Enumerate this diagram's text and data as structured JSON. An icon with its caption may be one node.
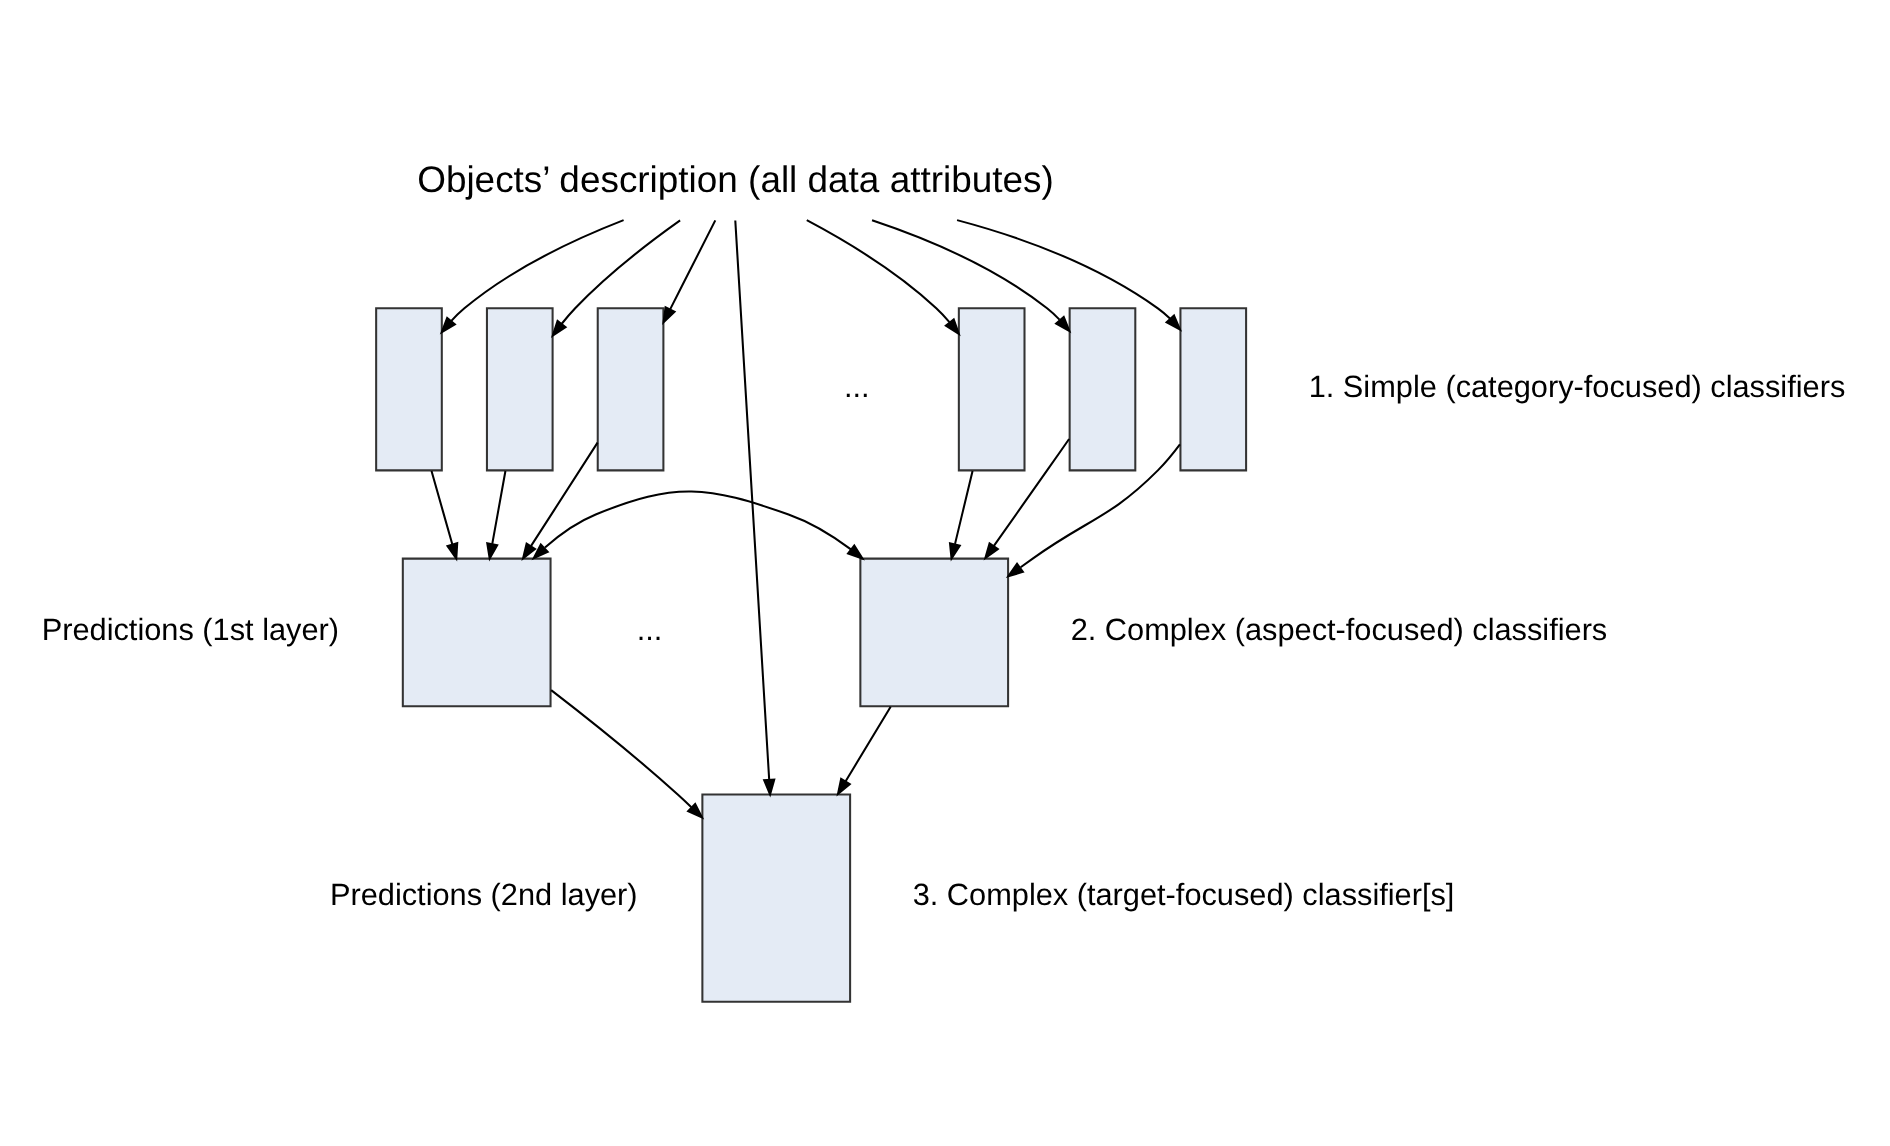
{
  "diagram": {
    "nodes": [
      {
        "text": [
          "Objects’ description (all data attributes)"
        ]
      },
      {
        "text": [],
        "shape": "box"
      },
      {
        "text": [],
        "shape": "box"
      },
      {
        "text": [],
        "shape": "box"
      },
      {
        "text": [],
        "shape": "box"
      },
      {
        "text": [],
        "shape": "box"
      },
      {
        "text": [],
        "shape": "box"
      },
      {
        "text": [],
        "shape": "box"
      },
      {
        "text": [],
        "shape": "box"
      },
      {
        "text": [],
        "shape": "box"
      }
    ],
    "edges": [
      {
        "from": 0,
        "to": 1,
        "arrow": "to"
      },
      {
        "from": 0,
        "to": 2,
        "arrow": "to"
      },
      {
        "from": 0,
        "to": 3,
        "arrow": "to"
      },
      {
        "from": 0,
        "to": 9,
        "arrow": "to"
      },
      {
        "from": 0,
        "to": 4,
        "arrow": "to"
      },
      {
        "from": 0,
        "to": 5,
        "arrow": "to"
      },
      {
        "from": 0,
        "to": 6,
        "arrow": "to"
      },
      {
        "from": 1,
        "to": 7,
        "arrow": "to"
      },
      {
        "from": 2,
        "to": 7,
        "arrow": "to"
      },
      {
        "from": 3,
        "to": 7,
        "arrow": "to"
      },
      {
        "from": 4,
        "to": 8,
        "arrow": "to"
      },
      {
        "from": 5,
        "to": 8,
        "arrow": "to"
      },
      {
        "from": 6,
        "to": 8,
        "arrow": "to"
      },
      {
        "from": 7,
        "to": 8,
        "arrow": "both"
      },
      {
        "from": 7,
        "to": 9,
        "arrow": "to"
      },
      {
        "from": 8,
        "to": 9,
        "arrow": "to"
      }
    ],
    "labels": [
      "1. Simple (category-focused) classifiers",
      "...",
      "Predictions (1st layer)",
      "2. Complex (aspect-focused) classifiers",
      "...",
      "Predictions (2nd layer)",
      "3. Complex (target-focused) classifier[s]"
    ]
  }
}
